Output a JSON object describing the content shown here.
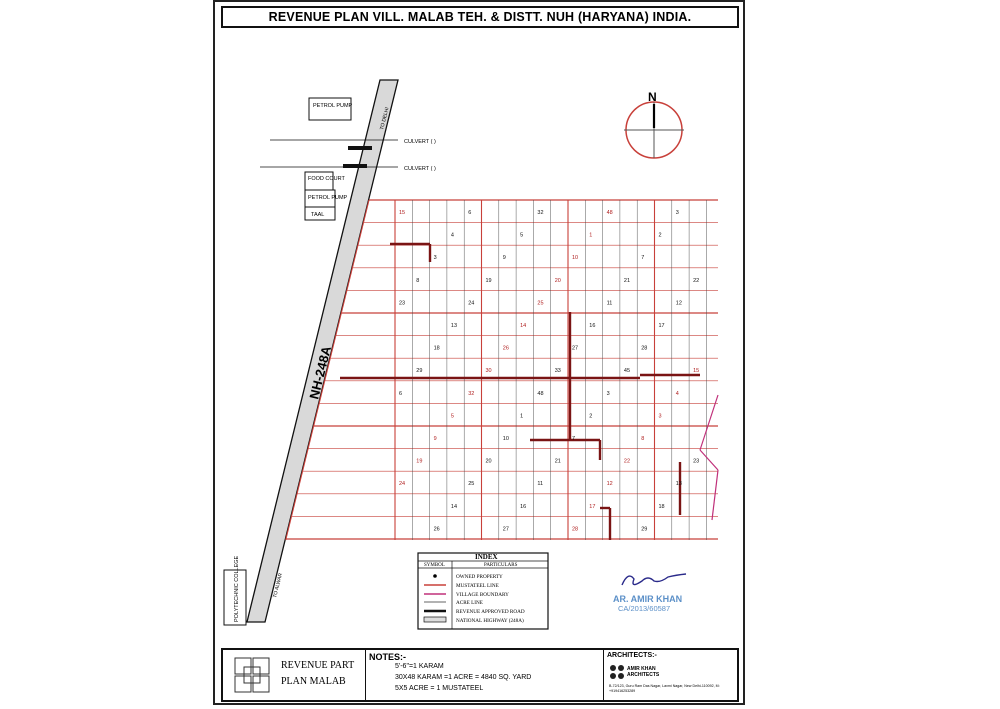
{
  "title": "REVENUE PLAN VILL. MALAB TEH. & DISTT. NUH (HARYANA) INDIA.",
  "north": "N",
  "highway": {
    "label": "NH-248A",
    "to_top": "TO DELHI",
    "to_bottom": "TO ALWAR"
  },
  "landmarks": {
    "petrol_pump_1": "PETROL PUMP",
    "food_court": "FOOD COURT",
    "petrol_pump_2": "PETROL PUMP",
    "taal": "TAAL",
    "polytechnic": "POLYTECHNIC COLLEGE",
    "culvert_1": "CULVERT (      )",
    "culvert_2": "CULVERT (      )"
  },
  "grid_sample_numbers": [
    "15",
    "6",
    "32",
    "48",
    "3",
    "4",
    "5",
    "1",
    "2",
    "3",
    "9",
    "10",
    "7",
    "8",
    "19",
    "20",
    "21",
    "22",
    "23",
    "24",
    "25",
    "11",
    "12",
    "13",
    "14",
    "16",
    "17",
    "18",
    "26",
    "27",
    "28",
    "29",
    "30",
    "33",
    "45"
  ],
  "index": {
    "title": "INDEX",
    "col_symbol": "SYMBOL",
    "col_particulars": "PARTICULARS",
    "rows": [
      {
        "symbol": "dot",
        "text": "OWNED PROPERTY"
      },
      {
        "symbol": "red-line",
        "text": "MUSTATEEL LINE"
      },
      {
        "symbol": "pink-line",
        "text": "VILLAGE BOUNDARY"
      },
      {
        "symbol": "thin-line",
        "text": "ACRE LINE"
      },
      {
        "symbol": "thick-line",
        "text": "REVENUE APPROVED ROAD"
      },
      {
        "symbol": "highway",
        "text": "NATIONAL HIGHWAY (248A)"
      }
    ]
  },
  "signature": {
    "name": "AR. AMIR KHAN",
    "reg": "CA/2013/60587"
  },
  "footer": {
    "plan_label_1": "REVENUE PART",
    "plan_label_2": "PLAN MALAB",
    "notes_title": "NOTES:-",
    "notes": [
      "5'-6\"=1 KARAM",
      "30X48 KARAM =1 ACRE = 4840 SQ. YARD",
      "5X5 ACRE = 1 MUSTATEEL"
    ],
    "architects_title": "ARCHITECTS:-",
    "firm": "AMIR KHAN ARCHITECTS",
    "address": "B-72/123, Guru Ram Das Nagar, Laxmi Nagar, New Delhi-110092, M: +919416253289"
  },
  "colors": {
    "mustateel": "#c8403a",
    "boundary": "#c0307a",
    "road": "#7a1414",
    "highway": "#cfcfcf"
  }
}
